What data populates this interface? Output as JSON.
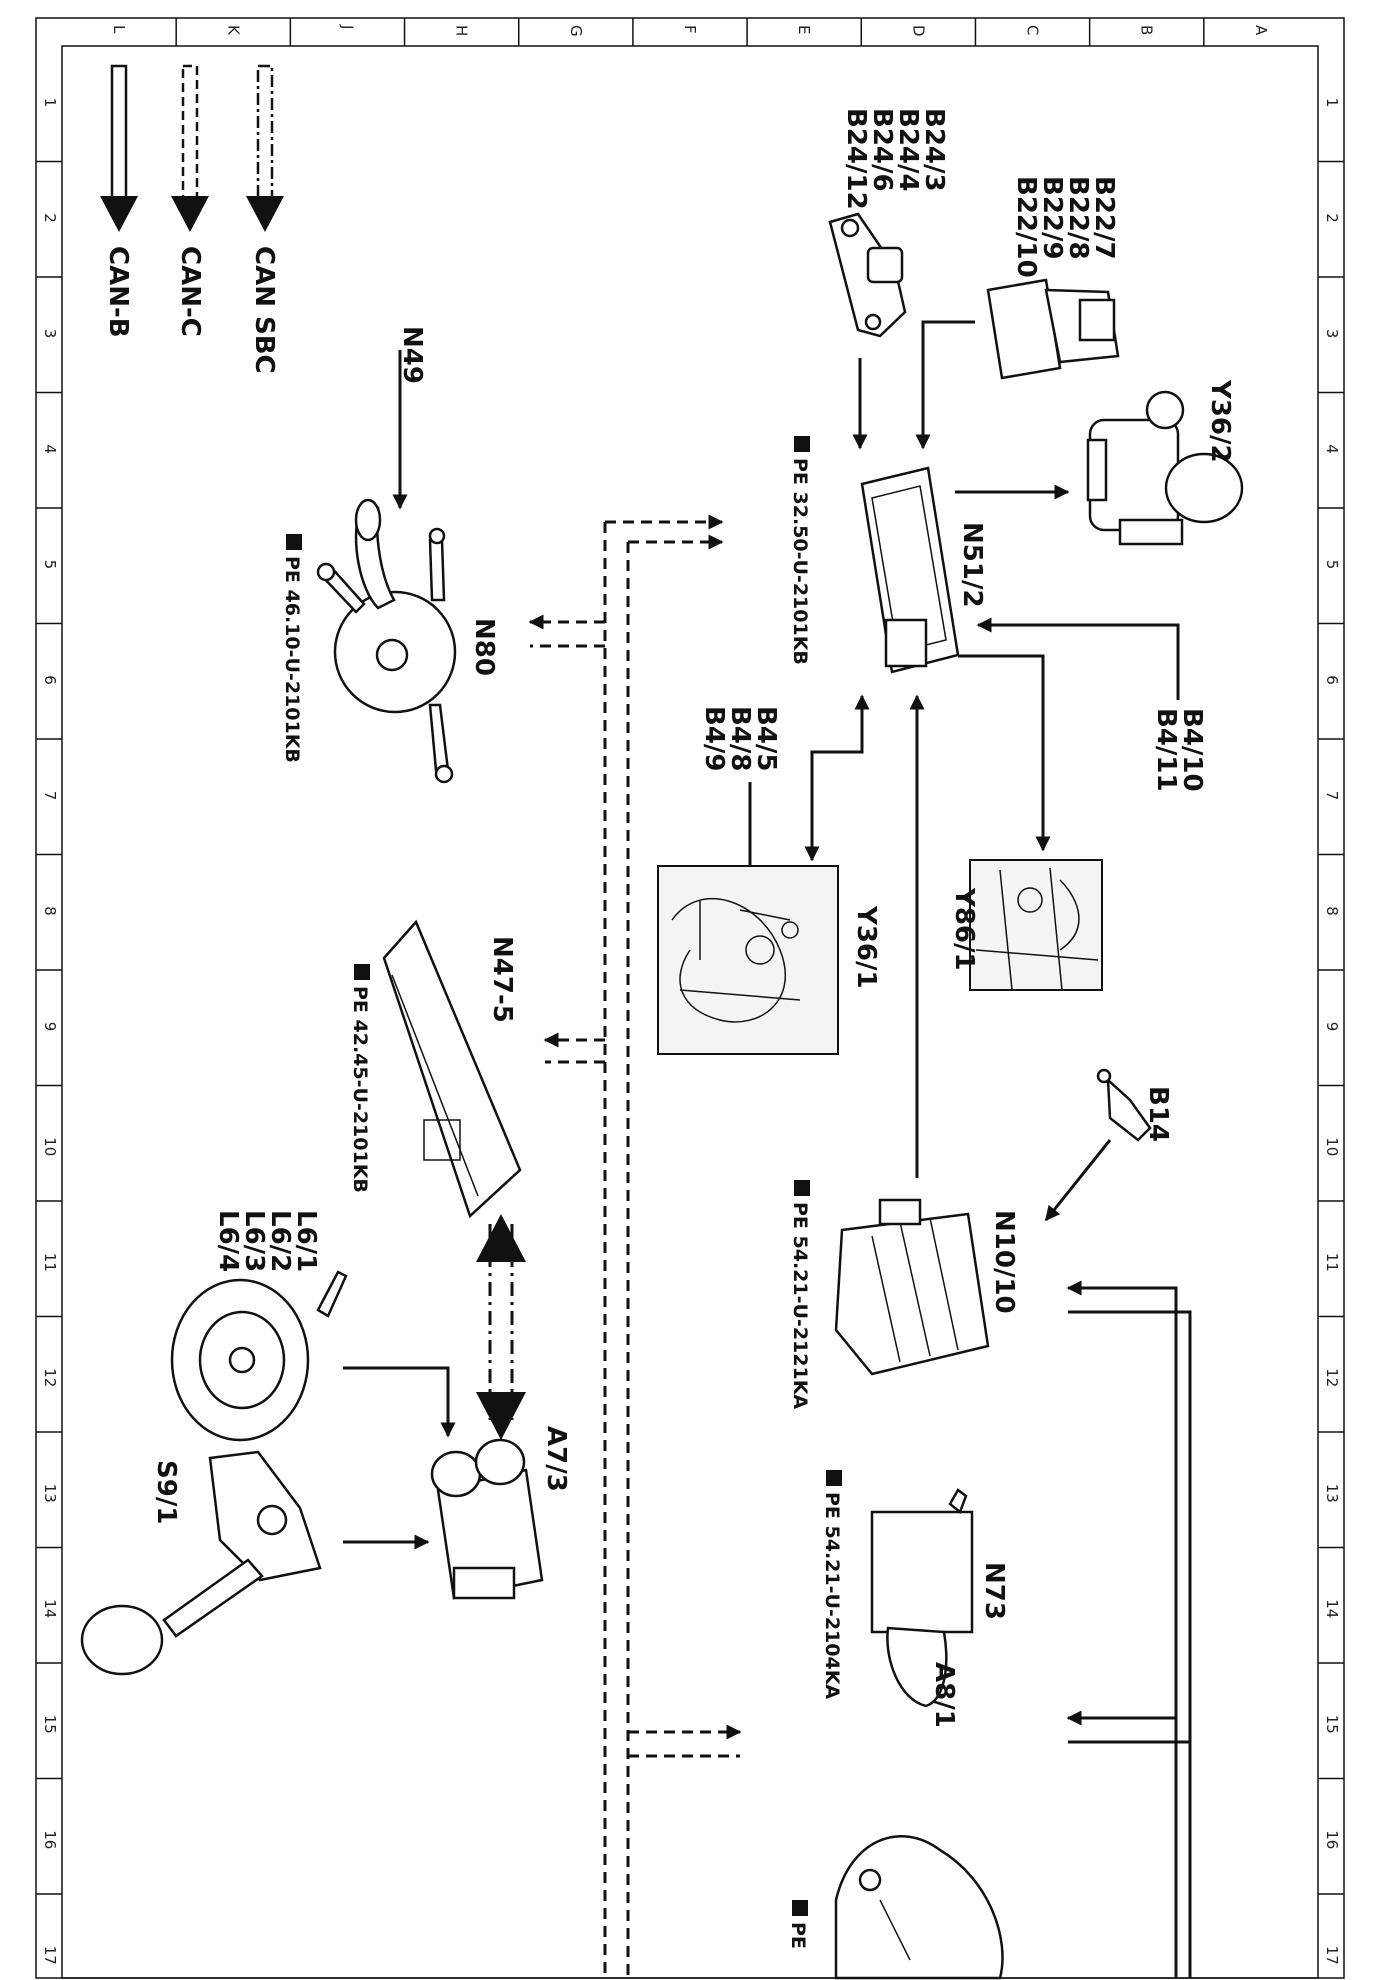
{
  "grid": {
    "columns": [
      "L",
      "K",
      "J",
      "H",
      "G",
      "F",
      "E",
      "D",
      "C",
      "B",
      "A"
    ],
    "rows": [
      "1",
      "2",
      "3",
      "4",
      "5",
      "6",
      "7",
      "8",
      "9",
      "10",
      "11",
      "12",
      "13",
      "14",
      "15",
      "16",
      "17"
    ]
  },
  "legend": {
    "can_b": "CAN-B",
    "can_c": "CAN-C",
    "can_sbc": "CAN SBC"
  },
  "components": {
    "n49": "N49",
    "n80": "N80",
    "n47_5": "N47-5",
    "n51_2": "N51/2",
    "y36_2": "Y36/2",
    "y36_1": "Y36/1",
    "y86_1": "Y86/1",
    "b14": "B14",
    "n10_10": "N10/10",
    "n73": "N73",
    "a8_1": "A8/1",
    "a7_3": "A7/3",
    "s9_1": "S9/1",
    "b24": [
      "B24/3",
      "B24/4",
      "B24/6",
      "B24/12"
    ],
    "b22": [
      "B22/7",
      "B22/8",
      "B22/9",
      "B22/10"
    ],
    "b4_5": [
      "B4/5",
      "B4/8",
      "B4/9"
    ],
    "b4_10": [
      "B4/10",
      "B4/11"
    ],
    "l6": [
      "L6/1",
      "L6/2",
      "L6/3",
      "L6/4"
    ]
  },
  "references": {
    "n80_ref": "PE 46.10-U-2101KB",
    "n51_ref": "PE 32.50-U-2101KB",
    "n47_ref": "PE 42.45-U-2101KB",
    "n10_ref": "PE 54.21-U-2121KA",
    "n73_ref": "PE 54.21-U-2104KA",
    "bottom_ref": "PE"
  }
}
